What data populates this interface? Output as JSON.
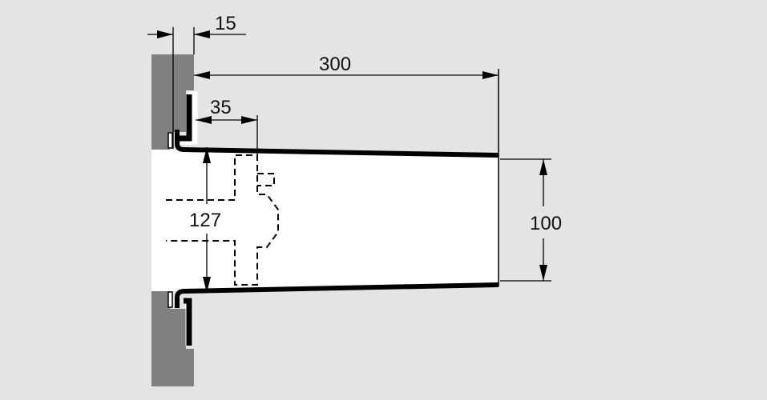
{
  "diagram": {
    "title": "Wall-mounted speaker duct / tube with dimensions",
    "colors": {
      "background": "#e4e4e4",
      "wall": "#808080",
      "tube_interior": "#ffffff",
      "profile": "#000000",
      "dimension_line": "#000000"
    },
    "dimensions": {
      "wall_flange": {
        "value": "15",
        "orientation": "horizontal"
      },
      "tube_length": {
        "value": "300",
        "orientation": "horizontal"
      },
      "speaker_offset": {
        "value": "35",
        "orientation": "horizontal"
      },
      "inner_diameter_left": {
        "value": "127",
        "orientation": "vertical"
      },
      "inner_diameter_right": {
        "value": "100",
        "orientation": "vertical"
      }
    },
    "elements": [
      {
        "name": "wall",
        "description": "grey wall section (top and bottom)"
      },
      {
        "name": "flange",
        "description": "black L-shaped mounting flange"
      },
      {
        "name": "tapered-tube",
        "description": "tube tapering from 127 to 100"
      },
      {
        "name": "speaker-outline",
        "description": "dashed speaker driver outline"
      }
    ]
  }
}
